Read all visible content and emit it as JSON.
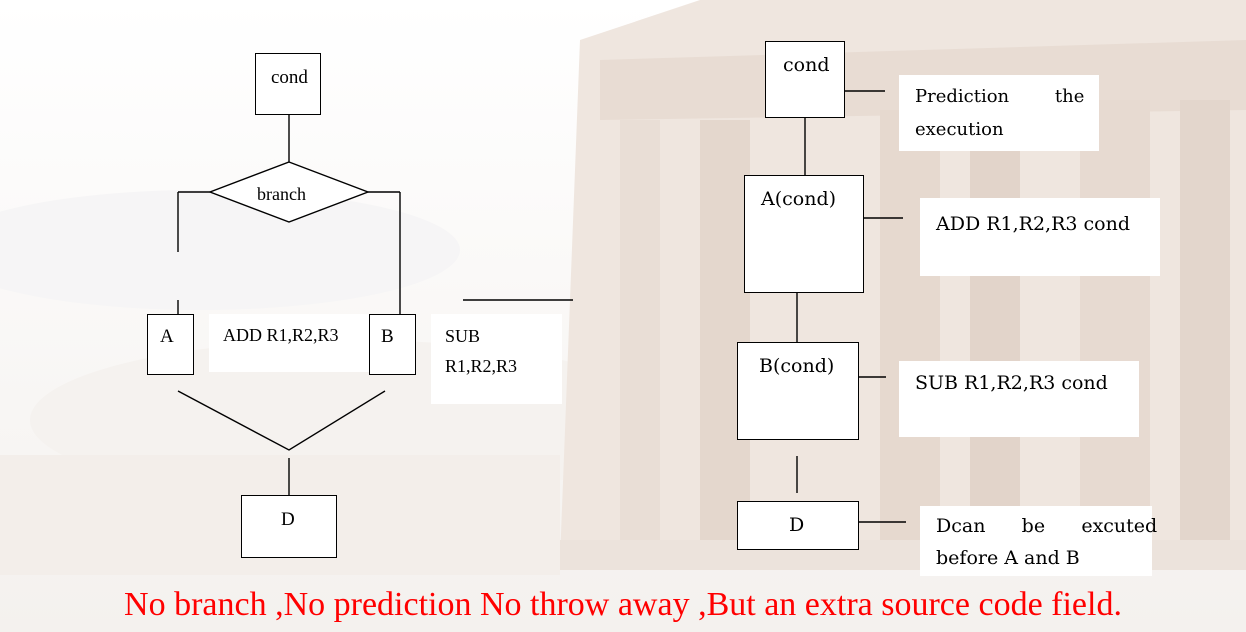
{
  "left_diagram": {
    "cond": "cond",
    "branch": "branch",
    "a": "A",
    "b": "B",
    "d": "D",
    "add_instr": "ADD R1,R2,R3",
    "sub_instr_line1": "SUB",
    "sub_instr_line2": "R1,R2,R3"
  },
  "right_diagram": {
    "cond": "cond",
    "prediction_line1": "Prediction        the",
    "prediction_line2": "execution",
    "a_cond": "A(cond)",
    "add_instr": "ADD R1,R2,R3 cond",
    "b_cond": "B(cond)",
    "sub_instr": "SUB R1,R2,R3 cond",
    "d": "D",
    "d_note_line1": "Dcan      be      excuted",
    "d_note_line2": "before A and B"
  },
  "caption": "No branch ,No prediction No throw away ,But an  extra source code field."
}
